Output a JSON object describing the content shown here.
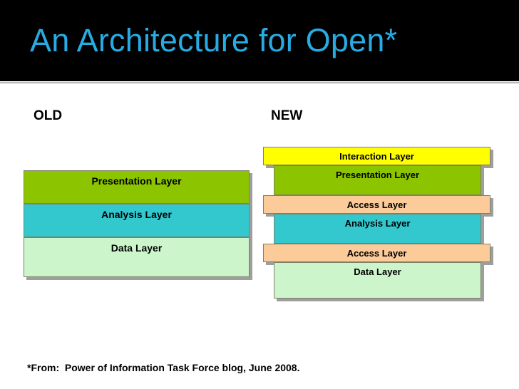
{
  "slide": {
    "title": "An Architecture for Open*",
    "title_color": "#27ABE2",
    "band_color": "#000000",
    "background": "#ffffff"
  },
  "columns": {
    "old_caption": "OLD",
    "new_caption": "NEW"
  },
  "diagram": {
    "old_stack": [
      {
        "label": "Presentation Layer",
        "color": "#8CC400"
      },
      {
        "label": "Analysis Layer",
        "color": "#32C8CE"
      },
      {
        "label": "Data Layer",
        "color": "#CCF5CC"
      }
    ],
    "new_stack": [
      {
        "label": "Interaction Layer",
        "color": "#FFFF00"
      },
      {
        "label": "Presentation Layer",
        "color": "#8CC400"
      },
      {
        "label": "Access Layer",
        "color": "#FBCB99"
      },
      {
        "label": "Analysis Layer",
        "color": "#32C8CE"
      },
      {
        "label": "Access Layer",
        "color": "#FBCB99"
      },
      {
        "label": "Data Layer",
        "color": "#CCF5CC"
      }
    ]
  },
  "footnote": {
    "text": "*From:  Power of Information Task Force blog, June 2008."
  }
}
